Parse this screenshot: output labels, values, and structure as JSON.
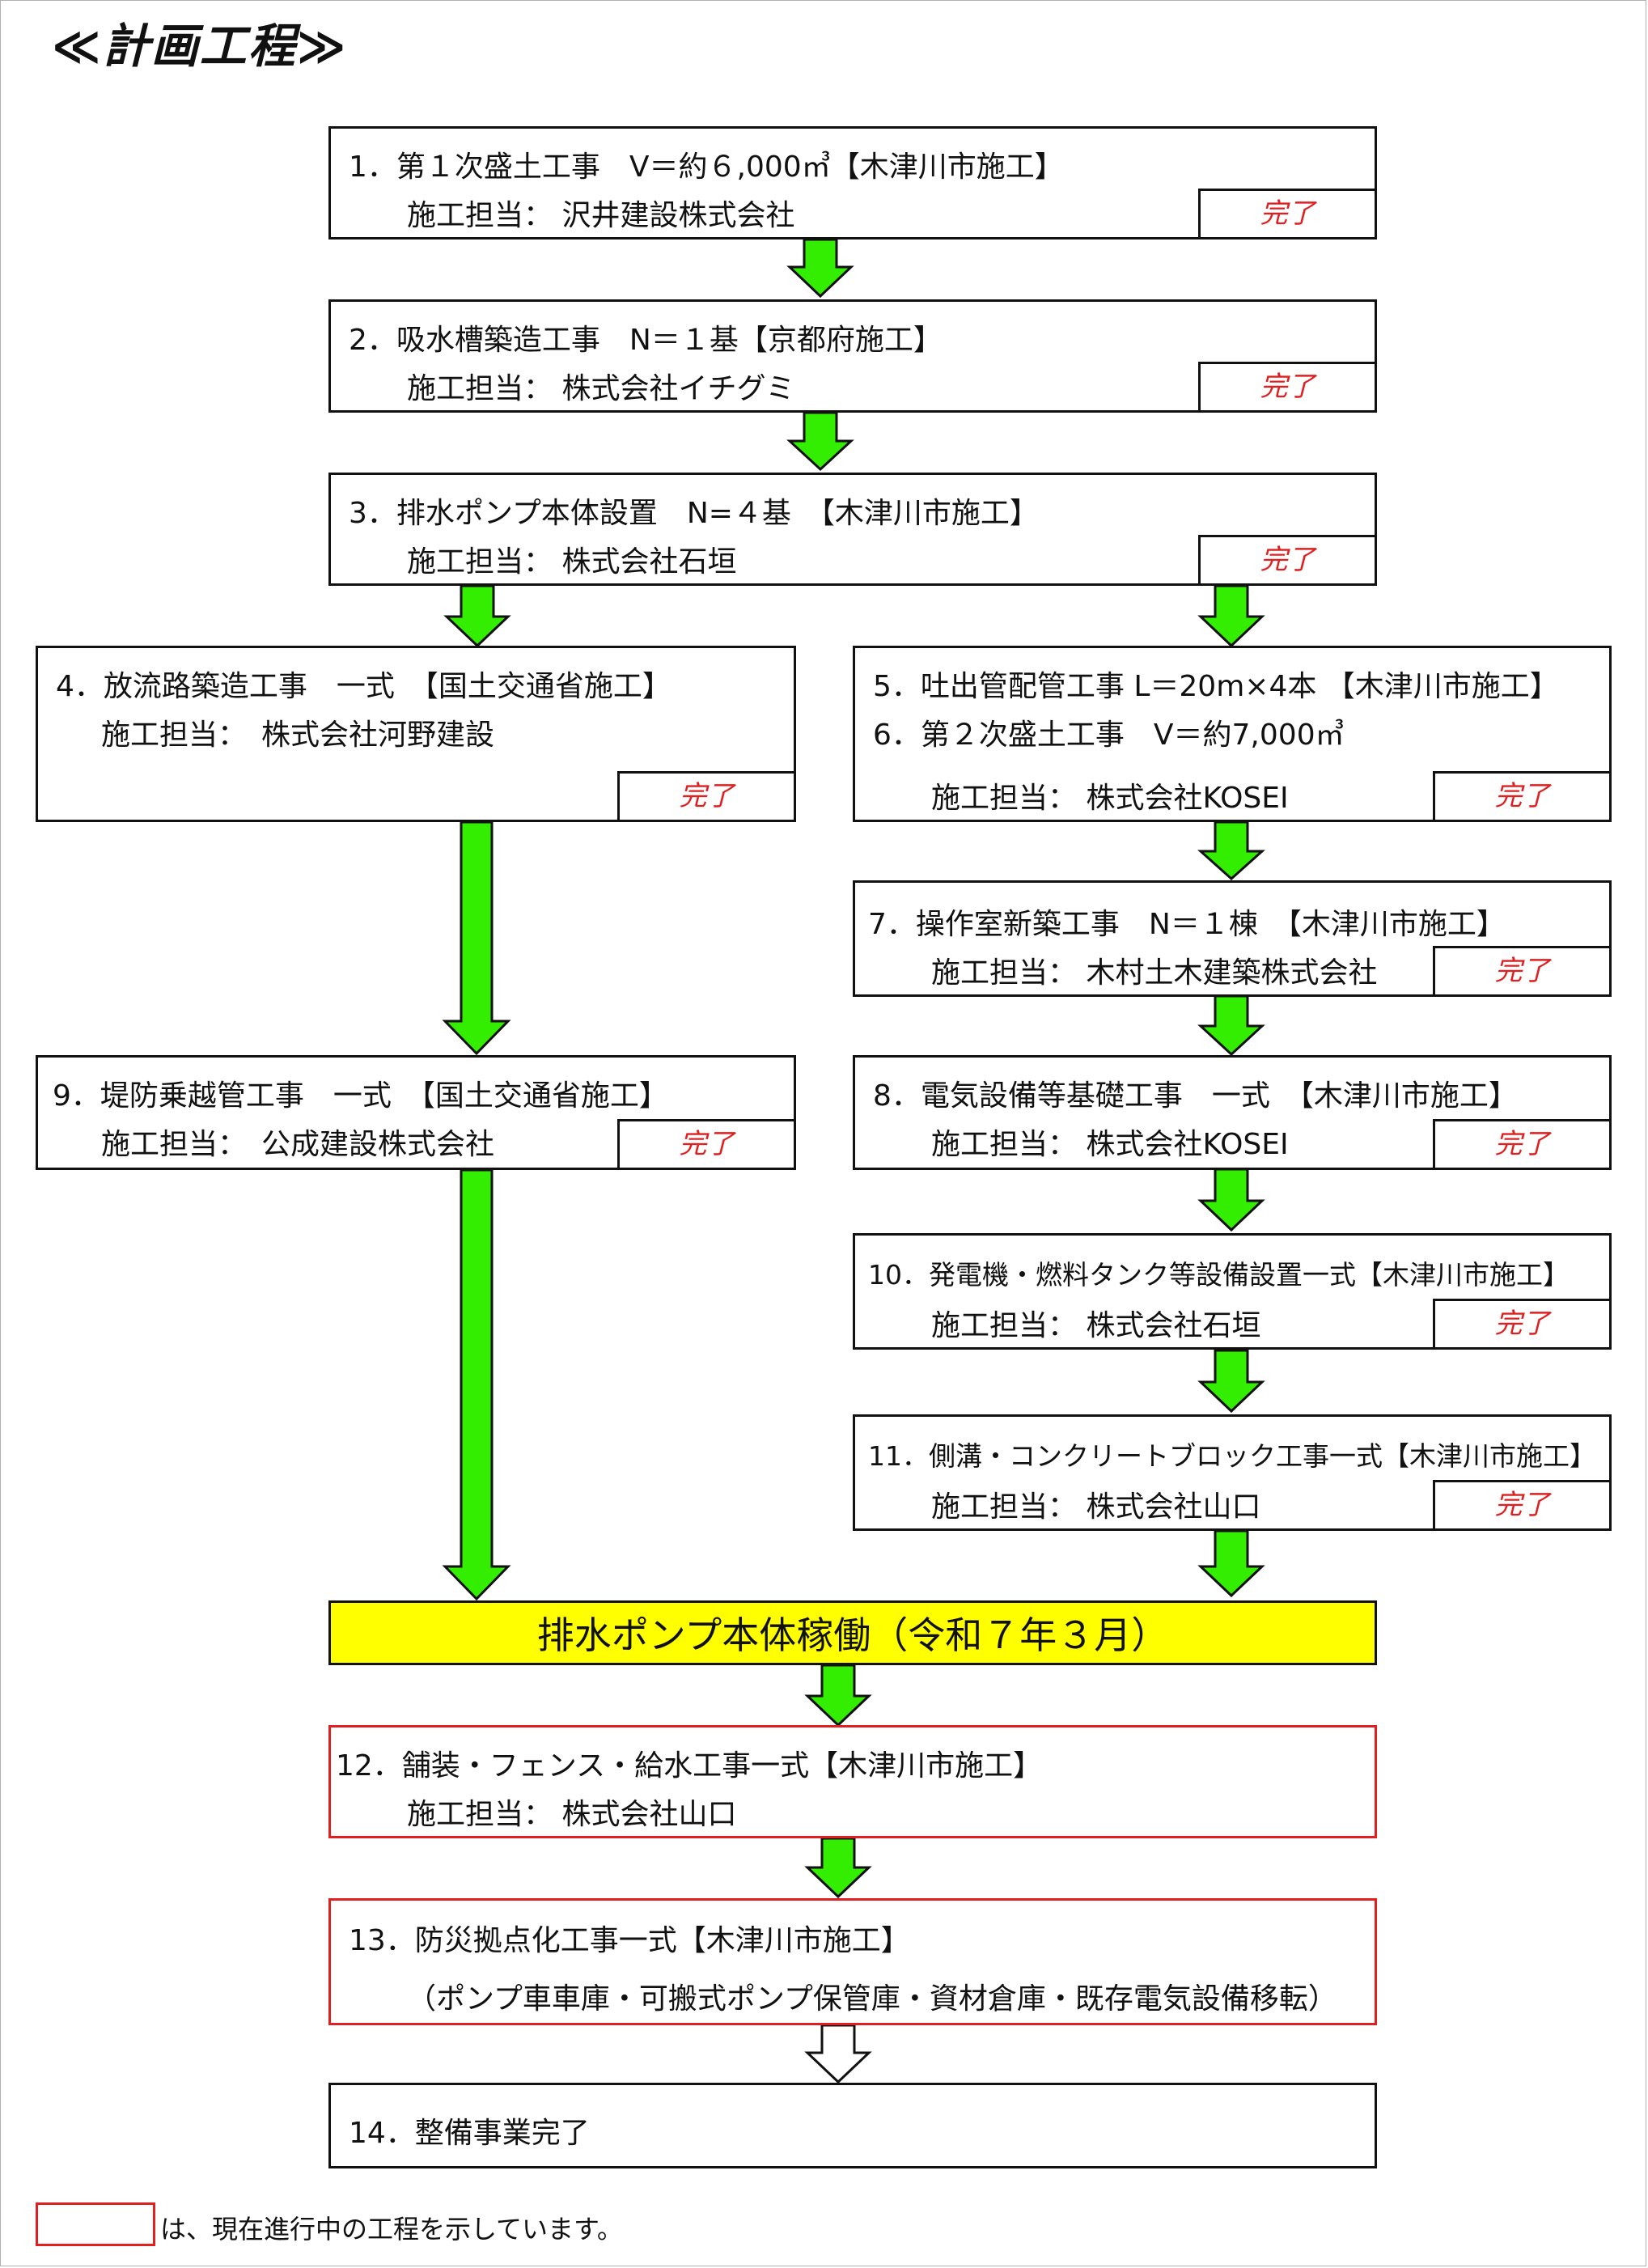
{
  "title": "≪計画工程≫",
  "done_label": "完了",
  "colors": {
    "arrow_fill": "#33ee00",
    "arrow_stroke": "#111111",
    "highlight_fill": "#ffff00",
    "current_border": "#e02020",
    "done_text": "#e02020"
  },
  "steps": {
    "s1": {
      "line1": "1．第１次盛土工事　V＝約６,000㎥【木津川市施工】",
      "line2": "施工担当：  沢井建設株式会社",
      "status": "完了"
    },
    "s2": {
      "line1": "2．吸水槽築造工事　N＝１基【京都府施工】",
      "line2": "施工担当：  株式会社イチグミ",
      "status": "完了"
    },
    "s3": {
      "line1": "3．排水ポンプ本体設置　N=４基　【木津川市施工】",
      "line2": "施工担当：  株式会社石垣",
      "status": "完了"
    },
    "s4": {
      "line1": "4．放流路築造工事　一式　【国土交通省施工】",
      "line2": "施工担当：　株式会社河野建設",
      "status": "完了"
    },
    "s56": {
      "line1": "5．吐出管配管工事 L＝20m×4本 【木津川市施工】",
      "line2": "6．第２次盛土工事　V＝約7,000㎥",
      "line3": "施工担当：  株式会社KOSEI",
      "status": "完了"
    },
    "s7": {
      "line1": "7．操作室新築工事　N＝１棟　【木津川市施工】",
      "line2": "施工担当：  木村土木建築株式会社",
      "status": "完了"
    },
    "s8": {
      "line1": "8．電気設備等基礎工事　一式　【木津川市施工】",
      "line2": "施工担当：  株式会社KOSEI",
      "status": "完了"
    },
    "s9": {
      "line1": "9．堤防乗越管工事　一式　【国土交通省施工】",
      "line2": "施工担当：　公成建設株式会社",
      "status": "完了"
    },
    "s10": {
      "line1": "10．発電機・燃料タンク等設備設置一式【木津川市施工】",
      "line2": "施工担当：  株式会社石垣",
      "status": "完了"
    },
    "s11": {
      "line1": "11．側溝・コンクリートブロック工事一式【木津川市施工】",
      "line2": "施工担当：  株式会社山口",
      "status": "完了"
    },
    "operation": {
      "label": "排水ポンプ本体稼働（令和７年３月）"
    },
    "s12": {
      "line1": "12．舗装・フェンス・給水工事一式【木津川市施工】",
      "line2": "施工担当：  株式会社山口"
    },
    "s13": {
      "line1": "13．防災拠点化工事一式【木津川市施工】",
      "line2": "（ポンプ車車庫・可搬式ポンプ保管庫・資材倉庫・既存電気設備移転）"
    },
    "s14": {
      "line1": "14．整備事業完了"
    }
  },
  "legend": {
    "text": "は、現在進行中の工程を示しています。"
  }
}
